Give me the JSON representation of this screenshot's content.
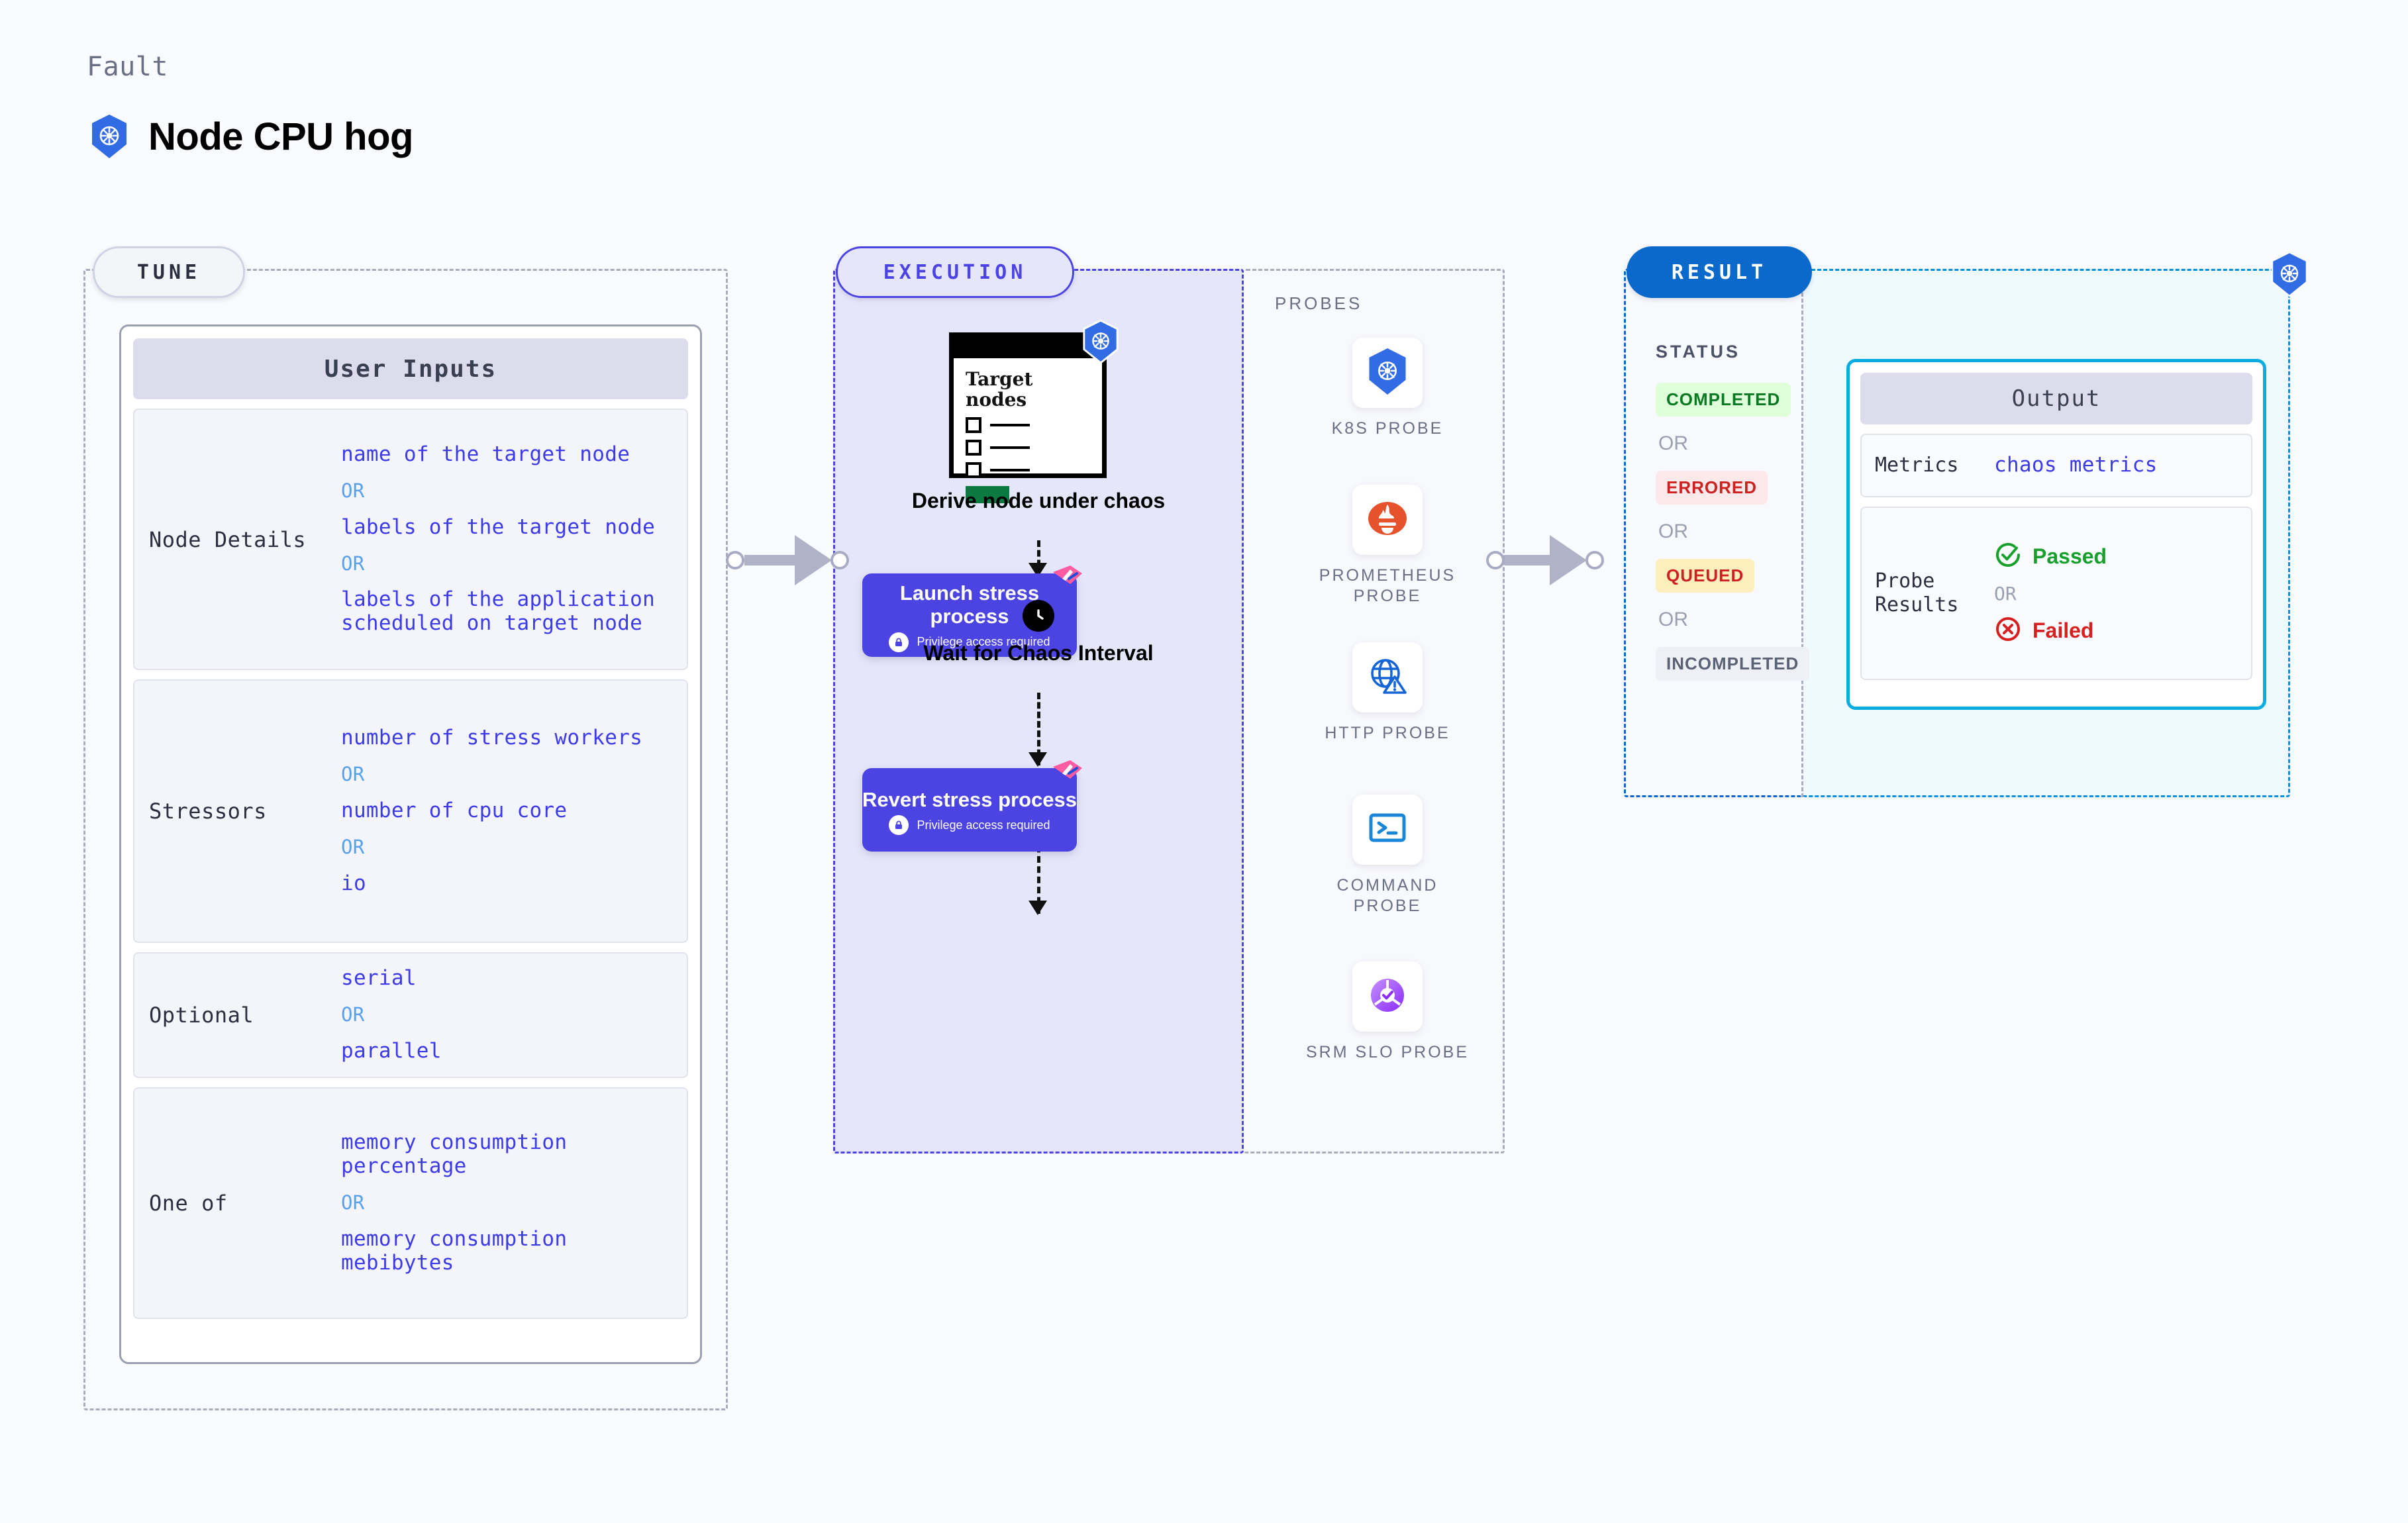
{
  "header": {
    "eyebrow": "Fault",
    "title": "Node CPU hog",
    "icon": "kubernetes-icon"
  },
  "tune": {
    "pill_label": "TUNE",
    "card_title": "User Inputs",
    "rows": [
      {
        "label": "Node Details",
        "values": [
          "name of the target node",
          "OR",
          "labels of the target node",
          "OR",
          "labels of the application\n scheduled on target node"
        ]
      },
      {
        "label": "Stressors",
        "values": [
          "number of stress workers",
          "OR",
          "number of cpu core",
          "OR",
          "io"
        ]
      },
      {
        "label": "Optional",
        "values": [
          "serial",
          "OR",
          "parallel"
        ]
      },
      {
        "label": "One of",
        "values": [
          "memory consumption percentage",
          "OR",
          "memory consumption mebibytes"
        ]
      }
    ]
  },
  "execution": {
    "pill_label": "EXECUTION",
    "target_card": {
      "title": "Target nodes",
      "badge_icon": "kubernetes-icon",
      "checkbox_count": 3,
      "accent_color": "#0a7a40"
    },
    "steps": [
      {
        "name": "derive-node",
        "label": "Derive node under chaos",
        "icon": "target-nodes-card"
      },
      {
        "name": "launch-stress",
        "label": "Launch stress process",
        "sublabel": "Privilege access required",
        "icon": "lock-icon",
        "badge": "harness-logo",
        "color": "#4b43e2"
      },
      {
        "name": "wait-chaos",
        "label": "Wait for Chaos Interval",
        "icon": "clock-icon"
      },
      {
        "name": "revert-stress",
        "label": "Revert stress process",
        "sublabel": "Privilege access required",
        "icon": "lock-icon",
        "badge": "harness-logo",
        "color": "#4b43e2"
      }
    ]
  },
  "probes": {
    "title": "PROBES",
    "items": [
      {
        "label": "K8S PROBE",
        "icon": "kubernetes-icon"
      },
      {
        "label": "PROMETHEUS PROBE",
        "icon": "prometheus-icon"
      },
      {
        "label": "HTTP PROBE",
        "icon": "globe-warning-icon"
      },
      {
        "label": "COMMAND PROBE",
        "icon": "terminal-icon"
      },
      {
        "label": "SRM SLO PROBE",
        "icon": "srm-slo-icon"
      }
    ]
  },
  "result": {
    "pill_label": "RESULT",
    "status_title": "STATUS",
    "or_label": "OR",
    "statuses": [
      {
        "label": "COMPLETED",
        "bg": "#deffd9",
        "fg": "#0a7a22"
      },
      {
        "label": "ERRORED",
        "bg": "#fde9e9",
        "fg": "#cf2020"
      },
      {
        "label": "QUEUED",
        "bg": "#fdeebd",
        "fg": "#cf2020"
      },
      {
        "label": "INCOMPLETED",
        "bg": "#eef0f5",
        "fg": "#5c6275"
      }
    ]
  },
  "output": {
    "card_title": "Output",
    "badge_icon": "kubernetes-icon",
    "rows": [
      {
        "label": "Metrics",
        "value": "chaos metrics"
      },
      {
        "label": "Probe Results",
        "passed": "Passed",
        "or": "OR",
        "failed": "Failed"
      }
    ]
  },
  "colors": {
    "background": "#fafbfe",
    "tune_accent": "#a8acbd",
    "execution_accent": "#4b43e2",
    "result_accent": "#0b69cc",
    "output_accent": "#0bace0",
    "value_text": "#3d3be8",
    "or_text": "#5aa1ea"
  }
}
